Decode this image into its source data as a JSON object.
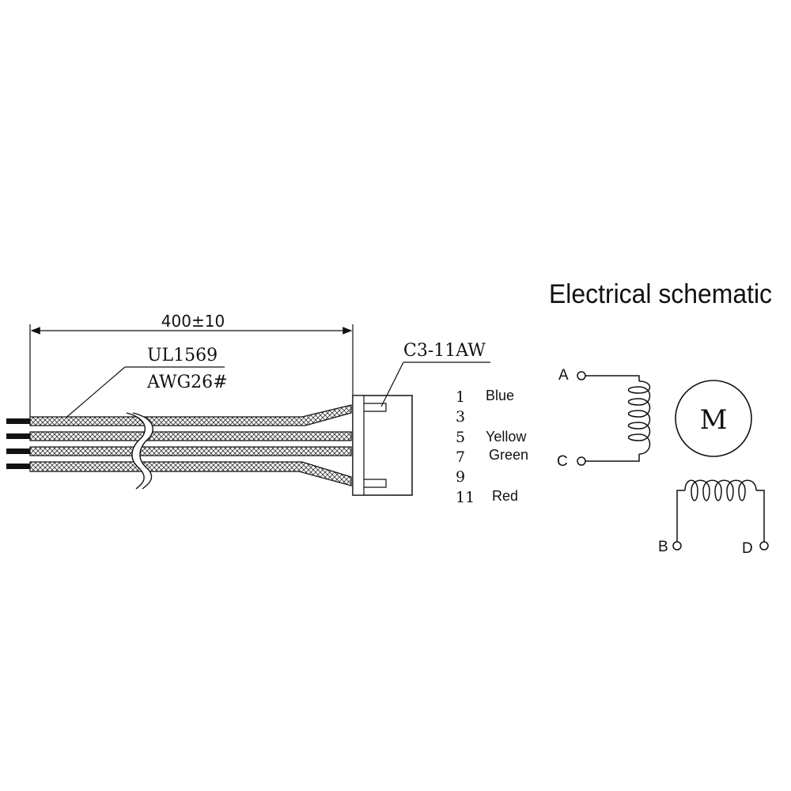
{
  "cable": {
    "length_dimension": "400±10",
    "wire_spec_line1": "UL1569",
    "wire_spec_line2": "AWG26#",
    "connector_label": "C3-11AW"
  },
  "pinout": [
    {
      "pin": "1",
      "color": "Blue"
    },
    {
      "pin": "3",
      "color": ""
    },
    {
      "pin": "5",
      "color": "Yellow"
    },
    {
      "pin": "7",
      "color": "Green"
    },
    {
      "pin": "9",
      "color": ""
    },
    {
      "pin": "11",
      "color": "Red"
    }
  ],
  "schematic": {
    "title": "Electrical schematic",
    "motor_label": "M",
    "terminal_a": "A",
    "terminal_b": "B",
    "terminal_c": "C",
    "terminal_d": "D"
  }
}
